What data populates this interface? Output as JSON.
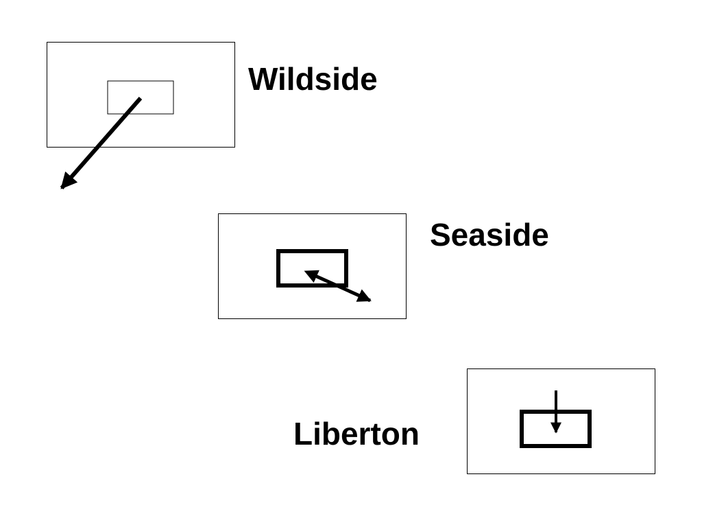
{
  "places": [
    {
      "id": "wildside",
      "name": "Wildside"
    },
    {
      "id": "seaside",
      "name": "Seaside"
    },
    {
      "id": "liberton",
      "name": "Liberton"
    }
  ],
  "colors": {
    "background": "#ffffff",
    "stroke": "#000000"
  }
}
